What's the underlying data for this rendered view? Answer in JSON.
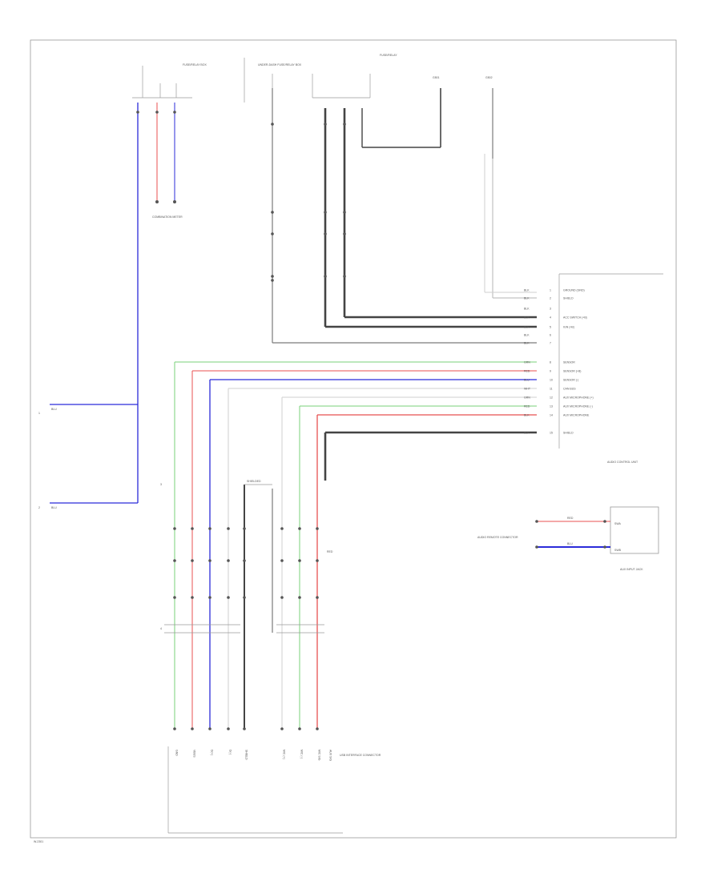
{
  "diagram": {
    "footer_code": "W-2301",
    "top_labels": {
      "gauge_fuse": "FUSE/RELAY BOX",
      "junction": "UNDER-DASH FUSE/RELAY BOX",
      "ground_a": "G501",
      "ground_b": "G502"
    },
    "left_labels": {
      "pwr1": "BLU",
      "pwr2": "BLU",
      "meter": "COMBINATION METER"
    },
    "unit_pins": [
      {
        "color": "BLK",
        "pin": "1",
        "name": "GROUND (GND)"
      },
      {
        "color": "BLK",
        "pin": "2",
        "name": "SHIELD"
      },
      {
        "color": "BLK",
        "pin": "3",
        "name": ""
      },
      {
        "color": "BLK",
        "pin": "4",
        "name": "ACC SWITCH (+B)"
      },
      {
        "color": "BLK",
        "pin": "5",
        "name": "IGN (+B)"
      },
      {
        "color": "BLK",
        "pin": "6",
        "name": ""
      },
      {
        "color": "BLK",
        "pin": "7",
        "name": ""
      },
      {
        "color": "GRN",
        "pin": "8",
        "name": "SENSOR"
      },
      {
        "color": "RED",
        "pin": "9",
        "name": "SENSOR (+B)"
      },
      {
        "color": "BLU",
        "pin": "10",
        "name": "SENSOR (-)"
      },
      {
        "color": "WHT",
        "pin": "11",
        "name": "CAN BUS"
      },
      {
        "color": "GRN",
        "pin": "12",
        "name": "AUX MICROPHONE (+)"
      },
      {
        "color": "RED",
        "pin": "13",
        "name": "AUX MICROPHONE (-)"
      },
      {
        "color": "BLK",
        "pin": "14",
        "name": "AUX MICROPHONE"
      },
      {
        "color": "BLK",
        "pin": "15",
        "name": "SHIELD"
      }
    ],
    "unit_name": "AUDIO CONTROL UNIT",
    "right_component": {
      "label": "AUDIO REMOTE CONNECTOR",
      "pin_a": "SWA",
      "pin_b": "SWB",
      "wire_a": "RED",
      "wire_b": "BLU",
      "name": "AUX INPUT JACK"
    },
    "bottom_connector_name": "USB INTERFACE CONNECTOR",
    "bottom_pins": [
      "GND",
      "VBUS",
      "D(+)",
      "D(-)",
      "SHIELD",
      "MIC (+)",
      "MIC (-)",
      "MIC SIG",
      "AUX SIG"
    ],
    "mid_wire_label": "RED",
    "shield_label": "SHIELDED"
  }
}
